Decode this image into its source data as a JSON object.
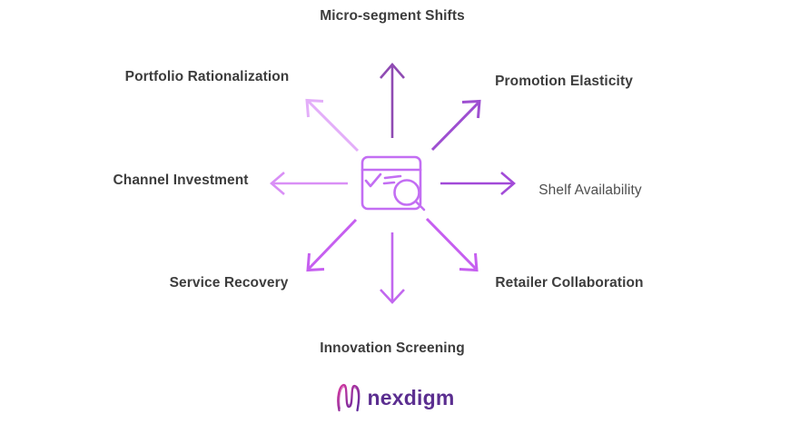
{
  "diagram": {
    "center_icon": "browser-search-icon",
    "icon_color": "#c36ef3",
    "nodes": {
      "top": {
        "label": "Micro-segment Shifts"
      },
      "top_left": {
        "label": "Portfolio Rationalization"
      },
      "top_right": {
        "label": "Promotion Elasticity"
      },
      "left": {
        "label": "Channel Investment"
      },
      "right": {
        "label": "Shelf Availability"
      },
      "bottom_left": {
        "label": "Service Recovery"
      },
      "bottom_right": {
        "label": "Retailer Collaboration"
      },
      "bottom": {
        "label": "Innovation Screening"
      }
    },
    "arrows": {
      "up": {
        "color": "#8f4bb3"
      },
      "top_left": {
        "color": "#e3aef9"
      },
      "top_right": {
        "color": "#9e4fd1"
      },
      "left": {
        "color": "#d98ff6"
      },
      "right": {
        "color": "#a24bd8"
      },
      "bottom_left": {
        "color": "#c65ff0"
      },
      "down": {
        "color": "#c267ef"
      },
      "bottom_right": {
        "color": "#c65ff0"
      }
    }
  },
  "footer": {
    "logo_text": "nexdigm",
    "logo_text_color": "#5b2e90",
    "logo_gradient_start": "#d6369f",
    "logo_gradient_end": "#5e2a9e"
  }
}
